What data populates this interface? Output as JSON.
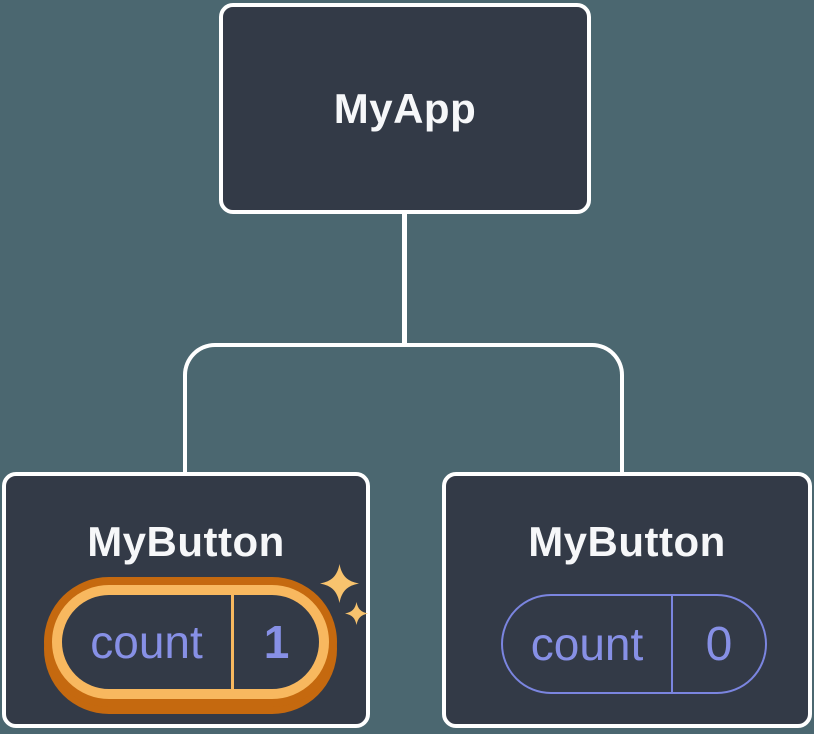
{
  "diagram": {
    "type": "component-tree",
    "root": {
      "label": "MyApp"
    },
    "children": [
      {
        "label": "MyButton",
        "state": {
          "name": "count",
          "value": "1"
        },
        "highlighted": true
      },
      {
        "label": "MyButton",
        "state": {
          "name": "count",
          "value": "0"
        },
        "highlighted": false
      }
    ],
    "icons": [
      "sparkle-icon-large",
      "sparkle-icon-small"
    ],
    "colors": {
      "background": "#4b6770",
      "node_fill": "#333a47",
      "node_border": "#ffffff",
      "connector": "#ffffff",
      "node_text": "#f6f7f9",
      "state_text": "#8790e6",
      "state_pill_outline": "#7b85e0",
      "highlight_inner_ring": "#f8b85f",
      "highlight_outer_ring": "#c5690f",
      "sparkle": "#f8c36e"
    }
  }
}
